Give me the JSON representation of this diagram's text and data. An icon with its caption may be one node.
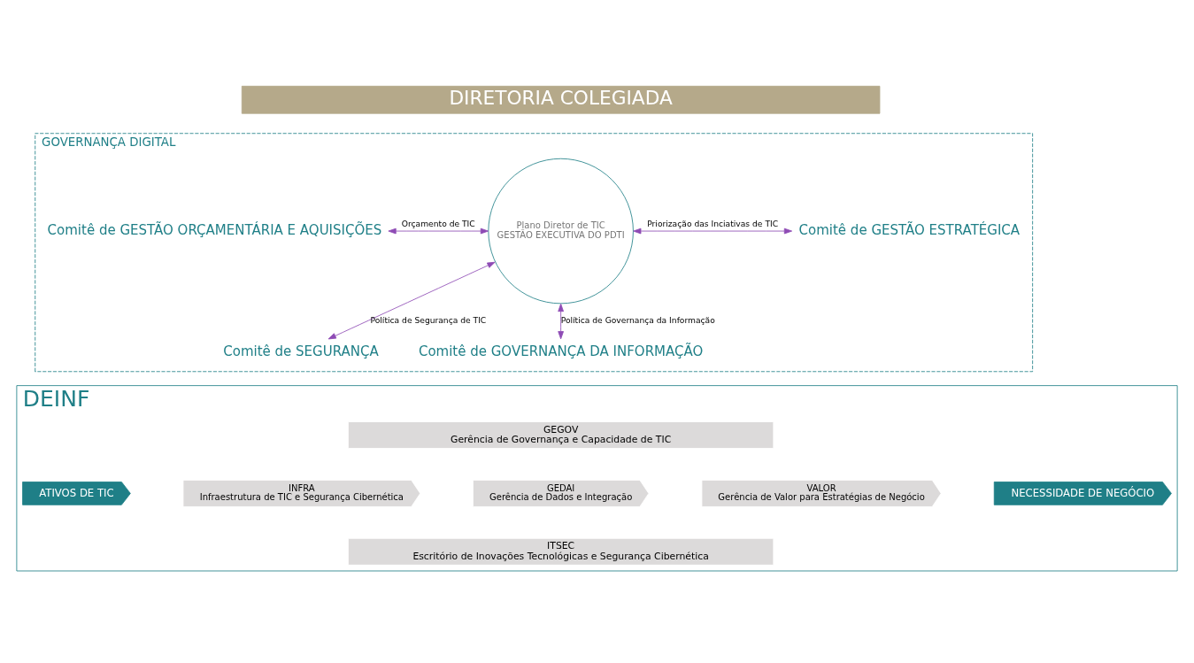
{
  "diagram": {
    "nodes": [
      {
        "text": [
          "DIRETORIA COLEGIADA"
        ]
      },
      {
        "text": [
          "GOVERNANÇA DIGITAL"
        ]
      },
      {
        "text": [
          "Comitê de GESTÃO ESTRATÉGICA"
        ],
        "in": 1
      },
      {
        "text": [
          "Plano Diretor de TIC",
          "GESTÃO EXECUTIVA DO PDTI"
        ],
        "in": 1
      },
      {
        "text": [
          "Comitê de GESTÃO ORÇAMENTÁRIA E AQUISIÇÕES"
        ],
        "in": 1
      },
      {
        "text": [
          "Comitê de GOVERNANÇA DA INFORMAÇÃO"
        ],
        "in": 1
      },
      {
        "text": [
          "Comitê de SEGURANÇA"
        ],
        "in": 1
      },
      {
        "text": [
          "DEINF"
        ]
      },
      {
        "text": [
          "ATIVOS DE TIC"
        ],
        "in": 7
      },
      {
        "text": [
          "GEGOV",
          "Gerência de Governança e Capacidade de TIC"
        ],
        "in": 7
      },
      {
        "text": [
          "INFRA",
          "Infraestrutura de TIC e Segurança Cibernética"
        ],
        "in": 7
      },
      {
        "text": [
          "GEDAI",
          "Gerência de Dados e Integração"
        ],
        "in": 7
      },
      {
        "text": [
          "VALOR",
          "Gerência de Valor para Estratégias de Negócio"
        ],
        "in": 7
      },
      {
        "text": [
          "ITSEC",
          "Escritório de Inovações Tecnológicas e Segurança Cibernética"
        ],
        "in": 7
      },
      {
        "text": [
          "NECESSIDADE DE NEGÓCIO"
        ],
        "in": 7
      }
    ],
    "edges": [
      {
        "from": 2,
        "to": 3,
        "arrow": "both",
        "label": "Priorização das Inciativas de TIC"
      },
      {
        "from": 3,
        "to": 4,
        "arrow": "both",
        "label": "Orçamento de TIC"
      },
      {
        "from": 5,
        "to": 3,
        "arrow": "both",
        "label": "Política de Governança da Informação"
      },
      {
        "from": 3,
        "to": 6,
        "arrow": "both",
        "label": "Política de Segurança de TIC"
      }
    ]
  }
}
